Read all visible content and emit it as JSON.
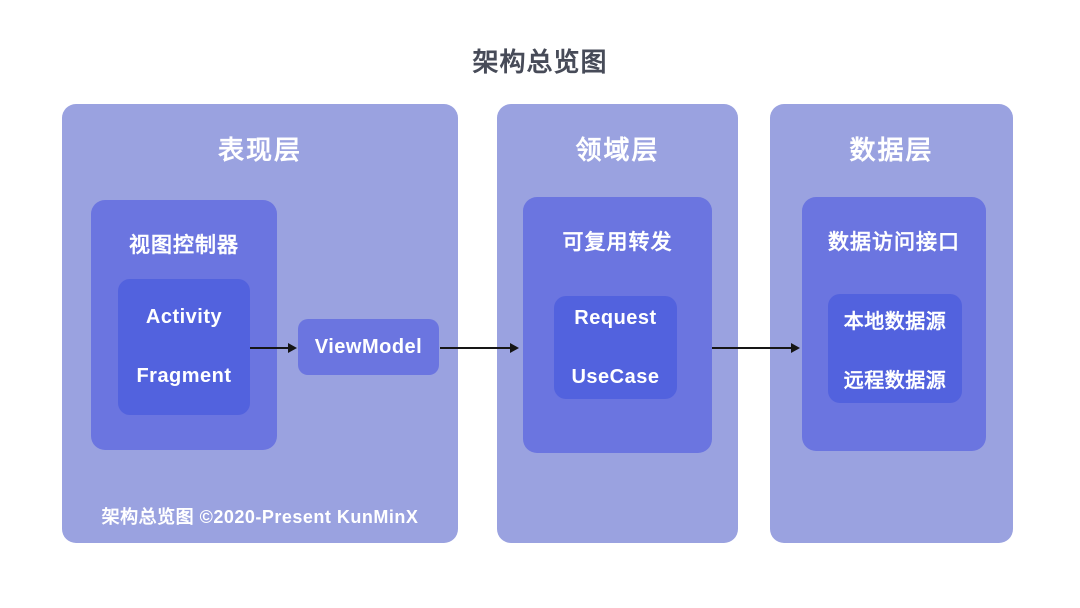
{
  "title": "架构总览图",
  "colors": {
    "column_bg": "#9aa2e0",
    "box_bg": "#6b75e0",
    "inner_box_bg": "#5262de",
    "title_text": "#474b58",
    "text_on_color": "#ffffff",
    "arrow": "#161616"
  },
  "columns": [
    {
      "label": "表现层",
      "group": {
        "label": "视图控制器",
        "items": [
          "Activity",
          "Fragment"
        ]
      },
      "side_box": "ViewModel",
      "footer": "架构总览图 ©2020-Present KunMinX"
    },
    {
      "label": "领域层",
      "group": {
        "label": "可复用转发",
        "items": [
          "Request",
          "UseCase"
        ]
      }
    },
    {
      "label": "数据层",
      "group": {
        "label": "数据访问接口",
        "items": [
          "本地数据源",
          "远程数据源"
        ]
      }
    }
  ],
  "connections": [
    {
      "from": "视图控制器",
      "to": "ViewModel"
    },
    {
      "from": "ViewModel",
      "to": "可复用转发"
    },
    {
      "from": "可复用转发",
      "to": "数据访问接口"
    }
  ]
}
